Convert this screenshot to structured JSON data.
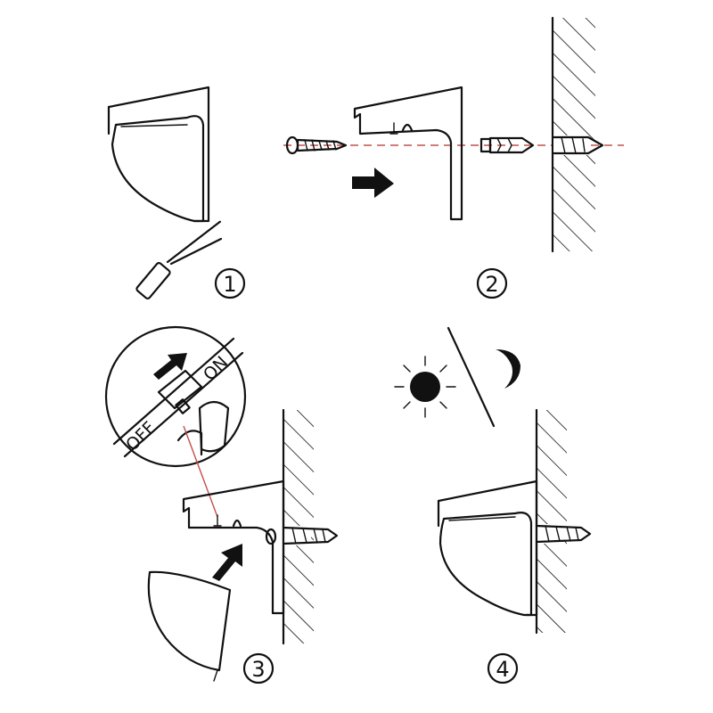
{
  "steps": [
    {
      "number": "1"
    },
    {
      "number": "2"
    },
    {
      "number": "3"
    },
    {
      "number": "4"
    }
  ],
  "switch": {
    "on_label": "ON",
    "off_label": "OFF"
  },
  "colors": {
    "line": "#111111",
    "guide_line": "#c0504d",
    "background": "#ffffff"
  },
  "icons": [
    "screwdriver-icon",
    "screw-icon",
    "wall-anchor-icon",
    "arrow-icon",
    "sun-icon",
    "moon-icon",
    "wall-icon"
  ]
}
